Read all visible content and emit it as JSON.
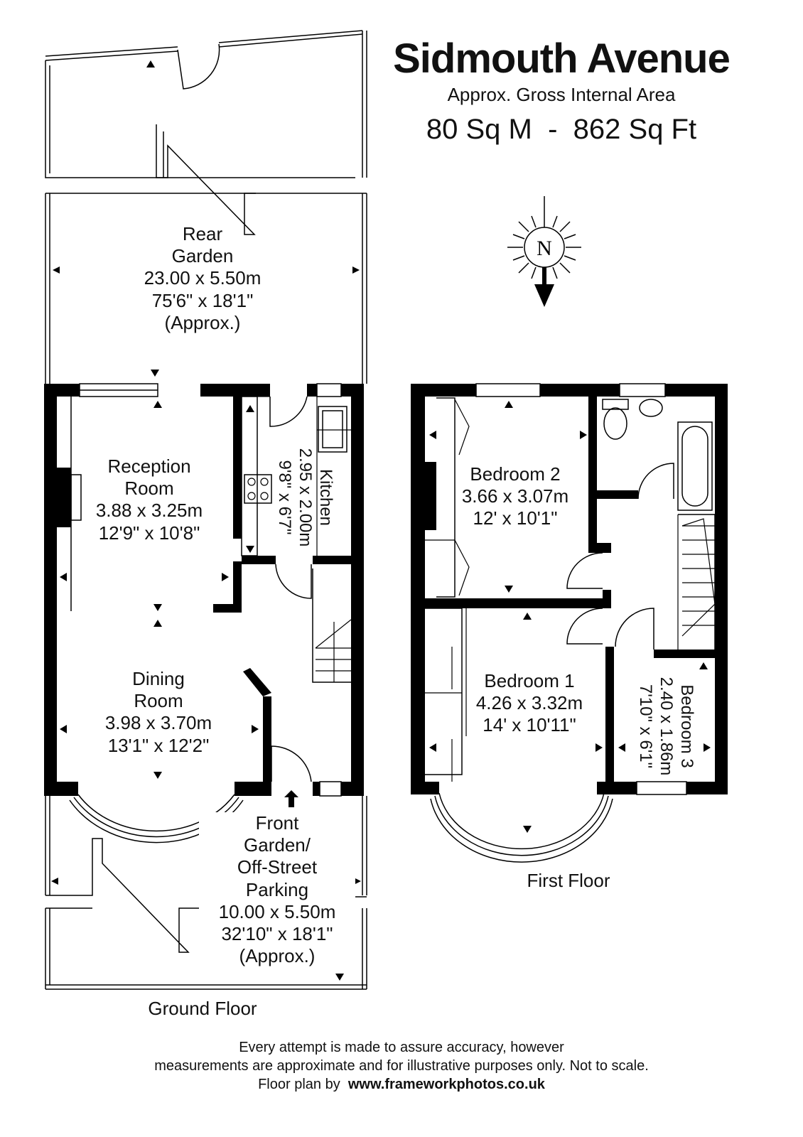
{
  "title": "Sidmouth Avenue",
  "subtitle": "Approx. Gross Internal Area",
  "area": {
    "metric": "80 Sq M",
    "separator": "-",
    "imperial": "862 Sq Ft"
  },
  "compass": {
    "label": "N"
  },
  "ground_floor": {
    "label": "Ground Floor",
    "rooms": [
      {
        "name_lines": [
          "Rear",
          "Garden"
        ],
        "metric": "23.00 x 5.50m",
        "imperial": "75'6\" x 18'1\"",
        "note": "(Approx.)"
      },
      {
        "name_lines": [
          "Reception",
          "Room"
        ],
        "metric": "3.88 x 3.25m",
        "imperial": "12'9\" x 10'8\""
      },
      {
        "name": "Kitchen",
        "metric": "2.95 x 2.00m",
        "imperial": "9'8\" x 6'7\""
      },
      {
        "name_lines": [
          "Dining",
          "Room"
        ],
        "metric": "3.98 x 3.70m",
        "imperial": "13'1\" x 12'2\""
      },
      {
        "name_lines": [
          "Front",
          "Garden/",
          "Off-Street",
          "Parking"
        ],
        "metric": "10.00 x 5.50m",
        "imperial": "32'10\" x 18'1\"",
        "note": "(Approx.)"
      }
    ]
  },
  "first_floor": {
    "label": "First Floor",
    "rooms": [
      {
        "name": "Bedroom 2",
        "metric": "3.66 x 3.07m",
        "imperial": "12' x 10'1\""
      },
      {
        "name": "Bedroom 1",
        "metric": "4.26 x 3.32m",
        "imperial": "14' x 10'11\""
      },
      {
        "name": "Bedroom 3",
        "metric": "2.40 x 1.86m",
        "imperial": "7'10\" x 6'1\""
      }
    ]
  },
  "footer": {
    "line1": "Every attempt is made to assure accuracy, however",
    "line2": "measurements are approximate and for illustrative purposes only. Not to scale.",
    "credit_prefix": "Floor plan by",
    "credit_url": "www.frameworkphotos.co.uk"
  }
}
